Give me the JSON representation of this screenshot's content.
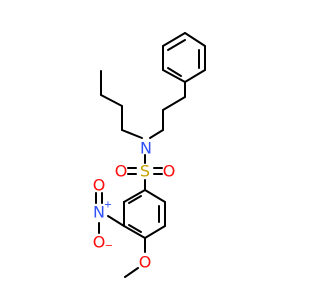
{
  "colors": {
    "bond": "#000000",
    "nitrogen": "#3050F8",
    "oxygen": "#FF0D0D",
    "sulfur": "#C8A000",
    "background": "#FFFFFF"
  },
  "atoms": {
    "sulfonamide_n": {
      "label": "N"
    },
    "sulfur": {
      "label": "S"
    },
    "sulfonyl_o_left": {
      "label": "O"
    },
    "sulfonyl_o_right": {
      "label": "O"
    },
    "nitro_n": {
      "label": "N",
      "charge": "+"
    },
    "nitro_o_top": {
      "label": "O"
    },
    "nitro_o_bottom": {
      "label": "O",
      "charge": "−"
    },
    "methoxy_o": {
      "label": "O"
    }
  }
}
